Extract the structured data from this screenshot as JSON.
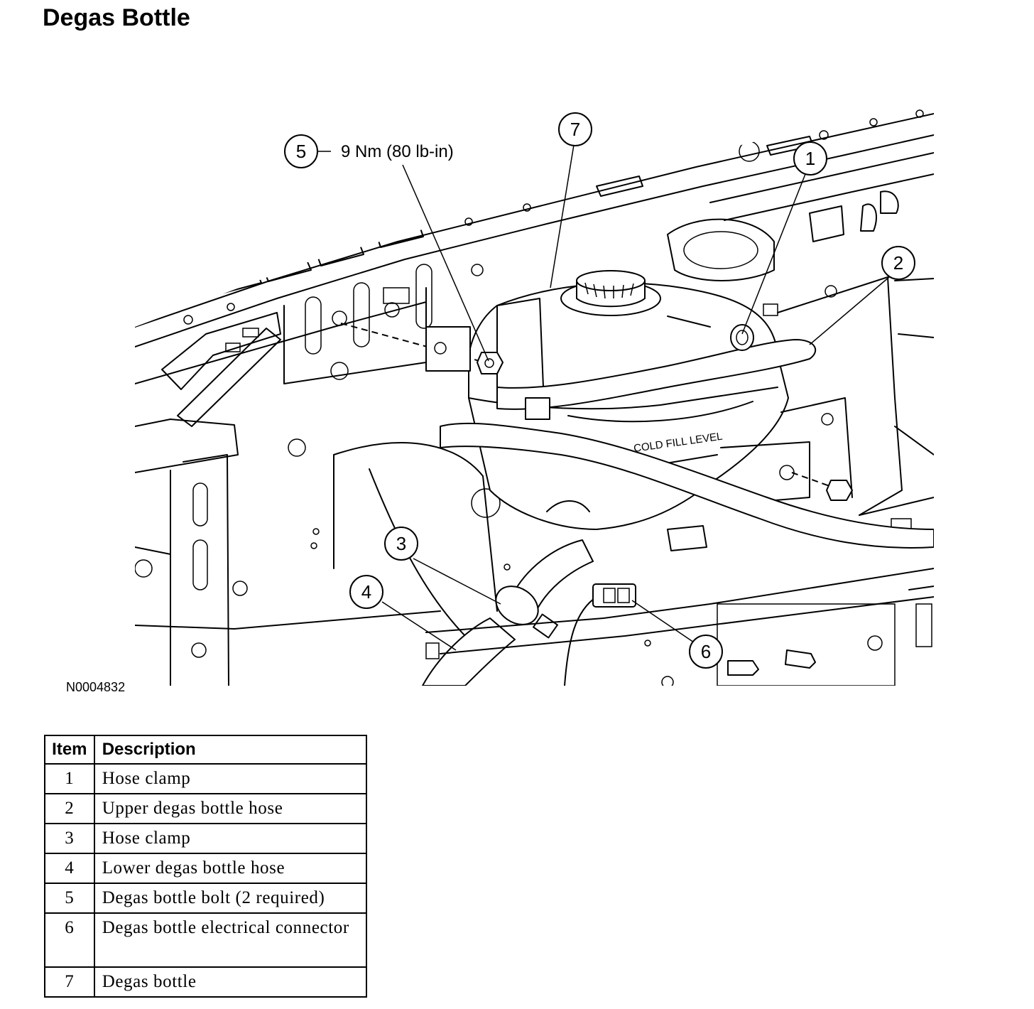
{
  "title": "Degas Bottle",
  "figure": {
    "id": "N0004832",
    "torque_spec": "9 Nm (80 lb-in)",
    "callouts": [
      "1",
      "2",
      "3",
      "4",
      "5",
      "6",
      "7"
    ],
    "label_text": "COLD FILL LEVEL"
  },
  "table": {
    "headers": {
      "item": "Item",
      "description": "Description"
    },
    "rows": [
      {
        "item": "1",
        "description": "Hose clamp"
      },
      {
        "item": "2",
        "description": "Upper degas bottle hose"
      },
      {
        "item": "3",
        "description": "Hose clamp"
      },
      {
        "item": "4",
        "description": "Lower degas bottle hose"
      },
      {
        "item": "5",
        "description": "Degas bottle bolt (2 required)"
      },
      {
        "item": "6",
        "description": "Degas bottle electrical connector"
      },
      {
        "item": "7",
        "description": "Degas bottle"
      }
    ]
  }
}
